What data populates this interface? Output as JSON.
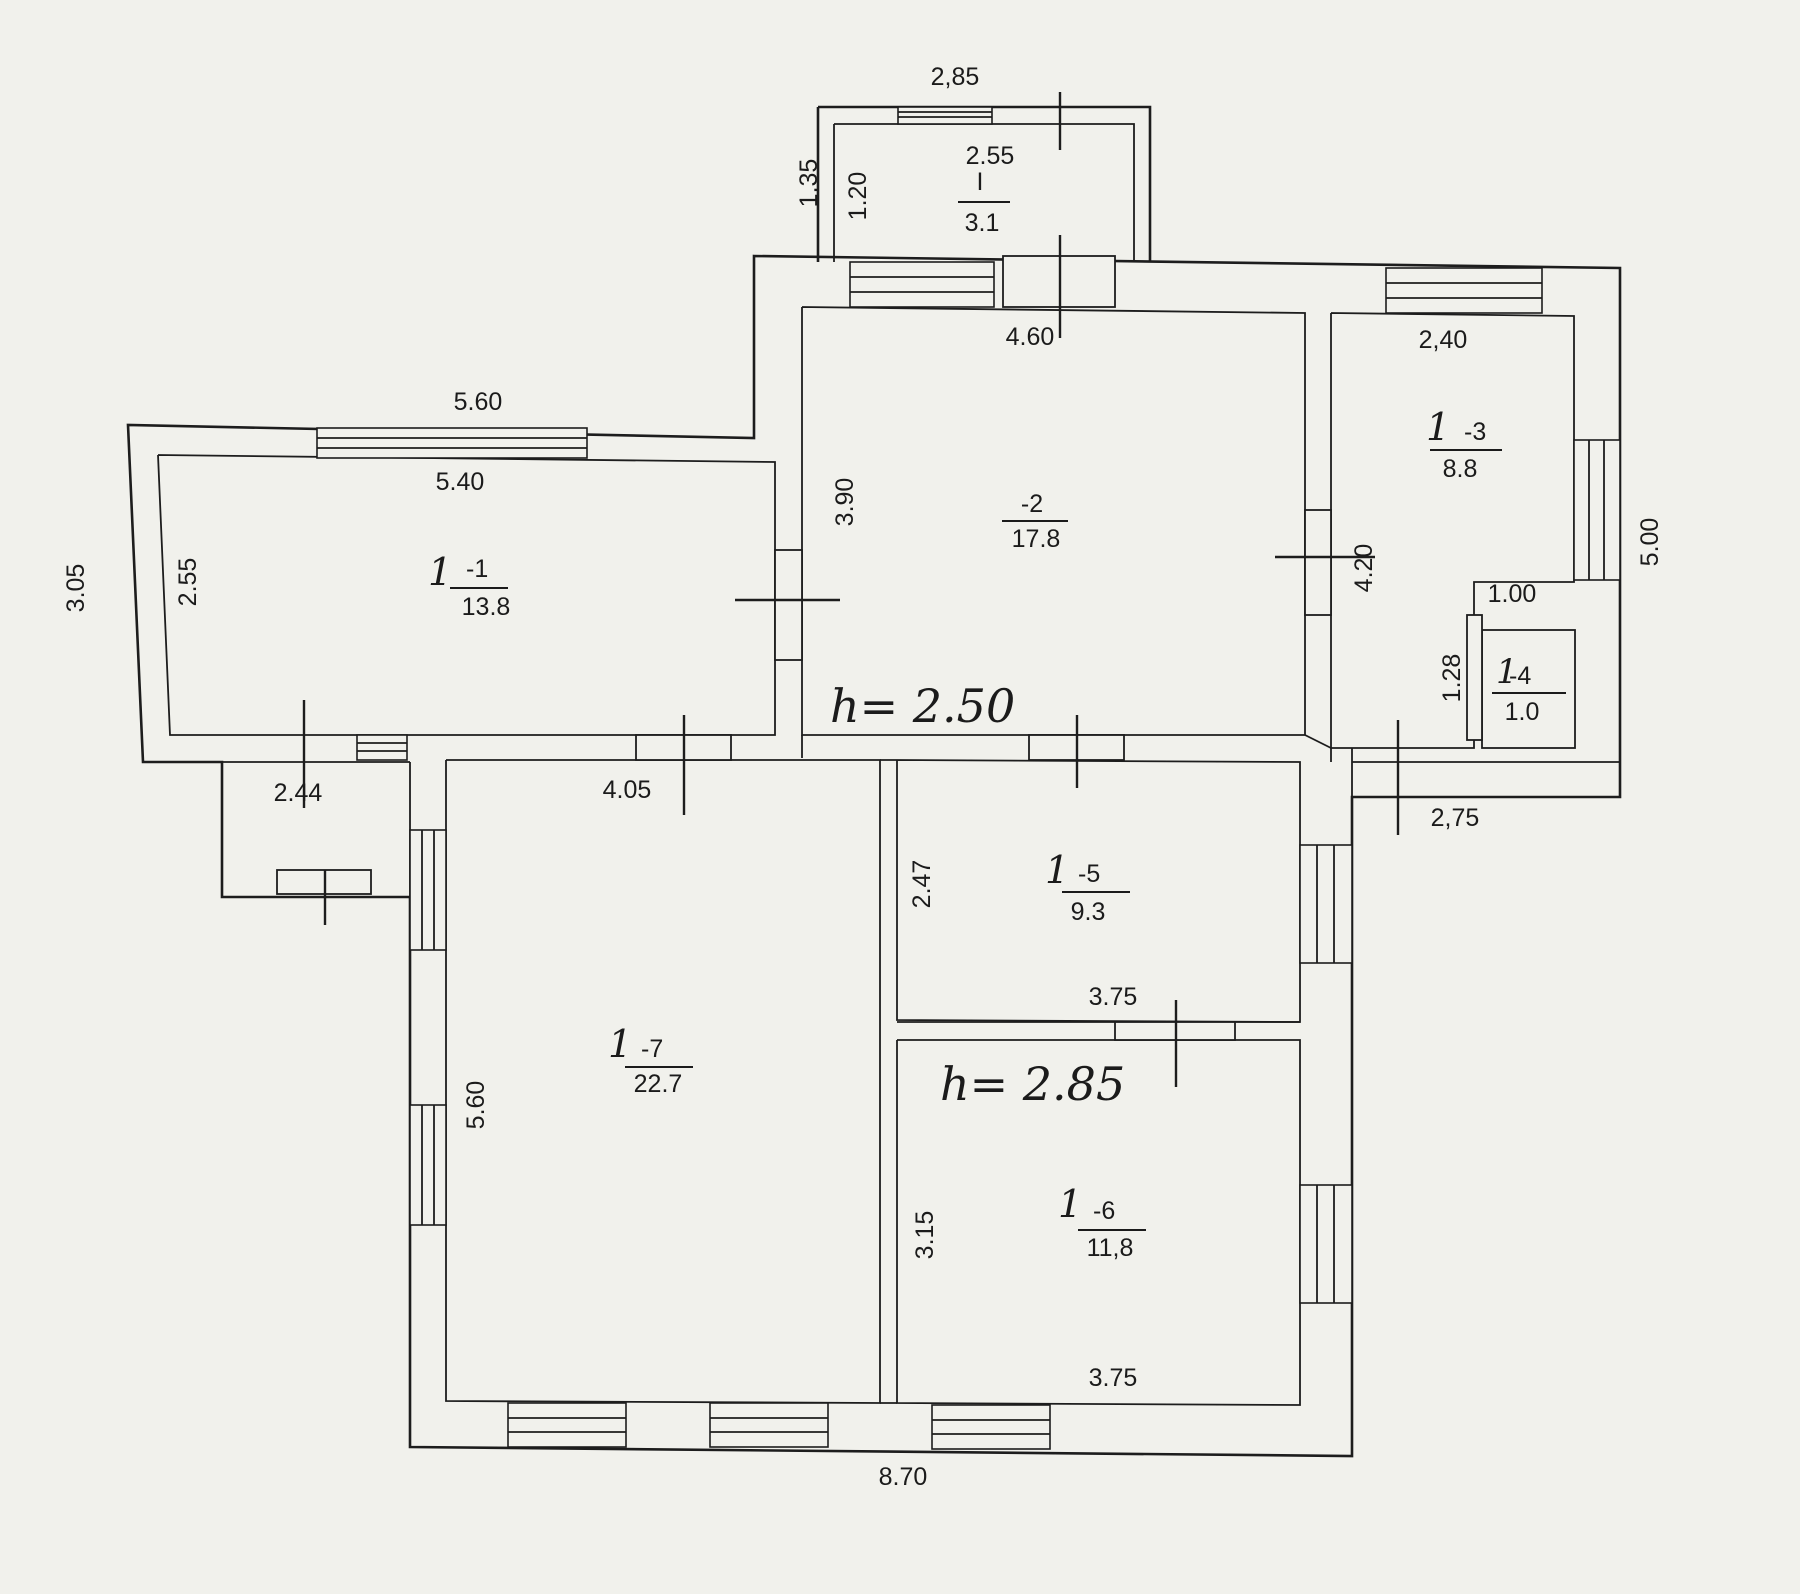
{
  "rooms": [
    {
      "id": "I",
      "prefix": "",
      "number": "I",
      "area": "3.1"
    },
    {
      "id": "r2",
      "prefix": "",
      "number": "-2",
      "area": "17.8"
    },
    {
      "id": "r3",
      "prefix": "1",
      "number": "-3",
      "area": "8.8"
    },
    {
      "id": "r1",
      "prefix": "1",
      "number": "-1",
      "area": "13.8"
    },
    {
      "id": "r4",
      "prefix": "1",
      "number": "-4",
      "area": "1.0"
    },
    {
      "id": "r5",
      "prefix": "1",
      "number": "-5",
      "area": "9.3"
    },
    {
      "id": "r7",
      "prefix": "1",
      "number": "-7",
      "area": "22.7"
    },
    {
      "id": "r6",
      "prefix": "1",
      "number": "-6",
      "area": "11,8"
    }
  ],
  "dimensions": [
    "2,85",
    "2.55",
    "1.35",
    "1.20",
    "4.60",
    "2,40",
    "5.60",
    "5.40",
    "3.05",
    "2.55",
    "3.90",
    "4.20",
    "5.00",
    "1.00",
    "1.28",
    "2,75",
    "2.44",
    "4.05",
    "2.47",
    "3.75",
    "5.60",
    "3.15",
    "3.75",
    "8.70"
  ],
  "heights": [
    "h= 2.50",
    "h= 2.85"
  ]
}
